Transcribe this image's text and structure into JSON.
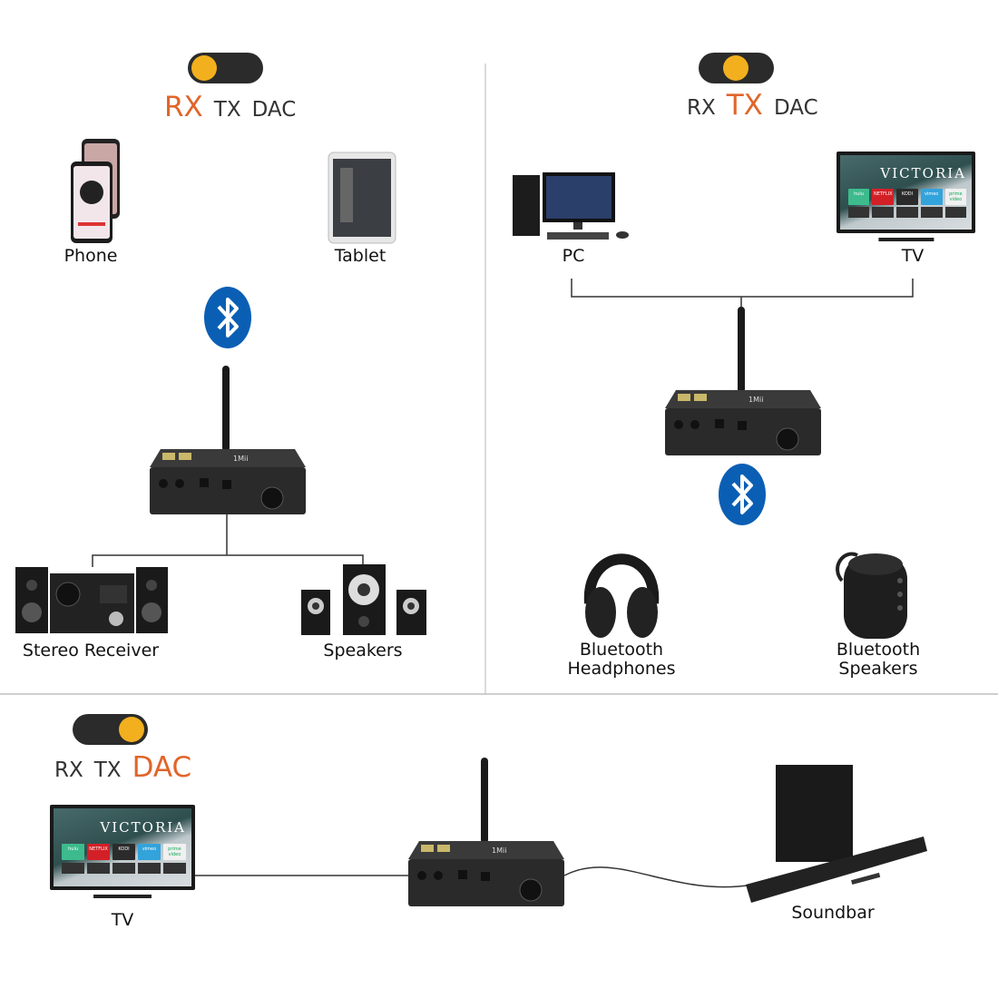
{
  "modes": {
    "rx": "RX",
    "tx": "TX",
    "dac": "DAC"
  },
  "colors": {
    "accent": "#e0652a",
    "toggle_knob": "#f2b01e",
    "bluetooth": "#0a5fb4",
    "device": "#2a2a2a"
  },
  "sections": {
    "rx": {
      "active_mode": "RX",
      "sources": [
        "Phone",
        "Tablet"
      ],
      "outputs": [
        "Stereo Receiver",
        "Speakers"
      ]
    },
    "tx": {
      "active_mode": "TX",
      "sources": [
        "PC",
        "TV"
      ],
      "outputs": [
        {
          "line1": "Bluetooth",
          "line2": "Headphones"
        },
        {
          "line1": "Bluetooth",
          "line2": "Speakers"
        }
      ]
    },
    "dac": {
      "active_mode": "DAC",
      "source": "TV",
      "output": "Soundbar"
    }
  },
  "tv_screen": {
    "title": "VICTORIA",
    "tiles": [
      "hulu",
      "NETFLIX",
      "KODI",
      "vimeo",
      "prime video"
    ]
  },
  "device": {
    "brand": "1Mii"
  },
  "icons": {
    "bluetooth": "bluetooth-icon",
    "toggle": "mode-toggle-switch"
  }
}
